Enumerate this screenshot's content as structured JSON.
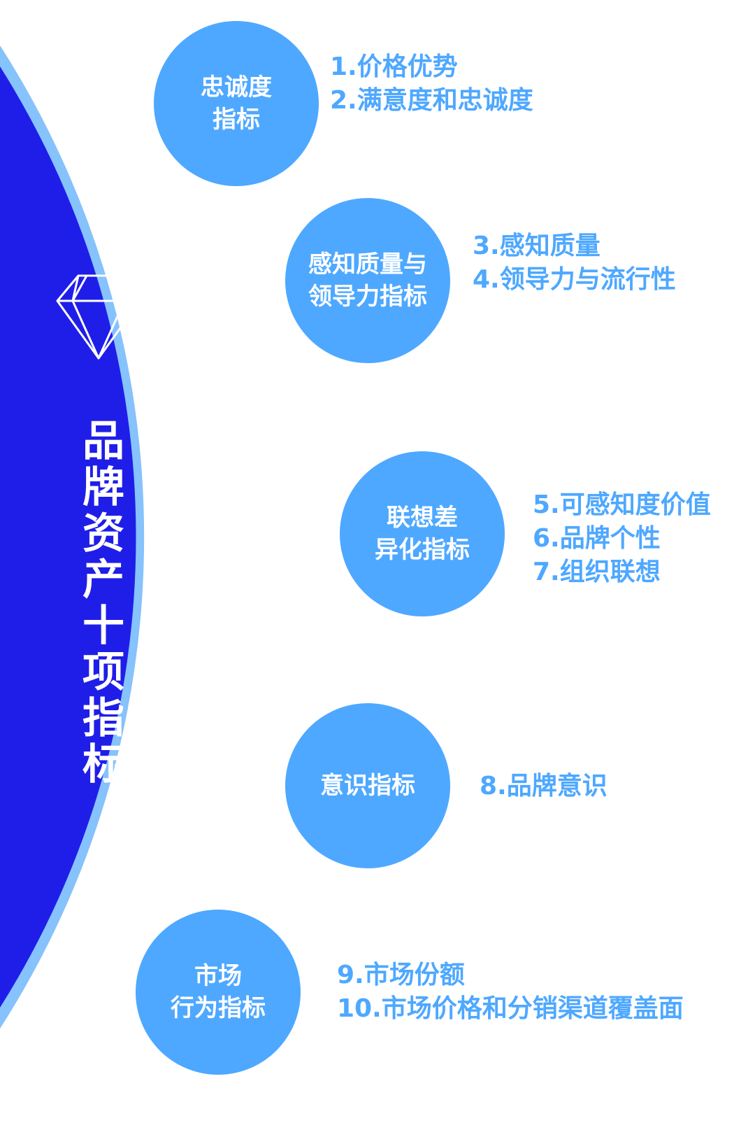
{
  "title": "品牌资产十项指标",
  "colors": {
    "arc_fill": "#1f1ee8",
    "arc_ring": "#86c2fb",
    "node_fill": "#4ea8ff",
    "item_text": "#4ea8ff",
    "diamond_stroke": "#ffffff"
  },
  "icons": {
    "main": "diamond-icon"
  },
  "groups": [
    {
      "label": "忠诚度\n指标",
      "items": [
        "1.价格优势",
        "2.满意度和忠诚度"
      ]
    },
    {
      "label": "感知质量与\n领导力指标",
      "items": [
        "3.感知质量",
        "4.领导力与流行性"
      ]
    },
    {
      "label": "联想差\n异化指标",
      "items": [
        "5.可感知度价值",
        "6.品牌个性",
        "7.组织联想"
      ]
    },
    {
      "label": "意识指标",
      "items": [
        "8.品牌意识"
      ]
    },
    {
      "label": "市场\n行为指标",
      "items": [
        "9.市场份额",
        "10.市场价格和分销渠道覆盖面"
      ]
    }
  ]
}
